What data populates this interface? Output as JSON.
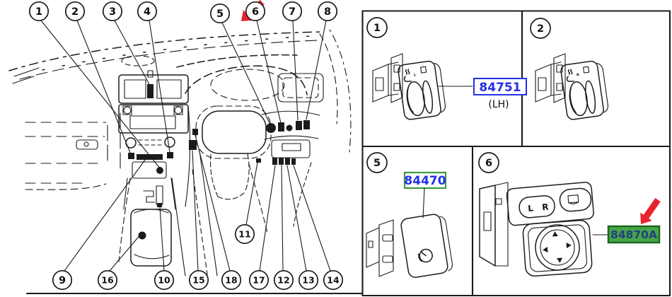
{
  "diagram": {
    "description": "instrument-panel switch location diagram",
    "callouts": {
      "n1": "1",
      "n2": "2",
      "n3": "3",
      "n4": "4",
      "n5": "5",
      "n6": "6",
      "n7": "7",
      "n8": "8",
      "n9": "9",
      "n10": "10",
      "n11": "11",
      "n12": "12",
      "n13": "13",
      "n14": "14",
      "n15": "15",
      "n16": "16",
      "n17": "17",
      "n18": "18"
    }
  },
  "panels": {
    "p1": {
      "number": "1",
      "part": "84751",
      "note": "(LH)"
    },
    "p2": {
      "number": "2"
    },
    "p5": {
      "number": "5",
      "part": "84470"
    },
    "p6": {
      "number": "6",
      "part": "84870A"
    }
  },
  "switch_labels": {
    "seat_left_indicator": "L",
    "seat_right_indicator": "R",
    "mirror_l": "L",
    "mirror_r": "R"
  },
  "colors": {
    "red_arrow": "#e8232d",
    "part_link_blue": "#2431e8",
    "box_blue": "#2431e8",
    "box_green": "#3d9b3d",
    "highlight_bg_green": "#48a448",
    "highlight_border_green": "#1d671d",
    "highlight_text": "#21417d",
    "line_black": "#1b1b1b"
  }
}
